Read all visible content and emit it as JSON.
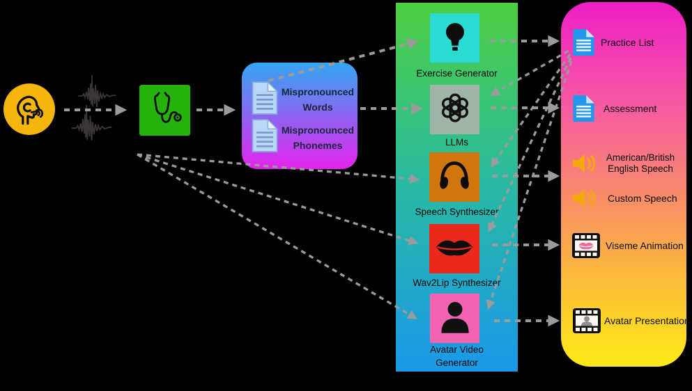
{
  "diagram_title": "",
  "mispronounced": {
    "items": [
      {
        "label": "Mispronounced Words",
        "icon": "document-icon"
      },
      {
        "label": "Mispronounced Phonemes",
        "icon": "document-icon"
      }
    ]
  },
  "modules": [
    {
      "id": "exercise-generator",
      "label": "Exercise Generator",
      "icon": "lightbulb-icon",
      "tile_color": "#2BDBD3"
    },
    {
      "id": "llms",
      "label": "LLMs",
      "icon": "openai-logo-icon",
      "tile_color": "#9FB5A8"
    },
    {
      "id": "speech-synthesizer",
      "label": "Speech Synthesizer",
      "icon": "headphones-icon",
      "tile_color": "#D1760D"
    },
    {
      "id": "wav2lip-synthesizer",
      "label": "Wav2Lip Synthesizer",
      "icon": "lips-icon",
      "tile_color": "#E8291B"
    },
    {
      "id": "avatar-video-generator",
      "label": "Avatar Video Generator",
      "icon": "person-silhouette-icon",
      "tile_color": "#F264B2"
    }
  ],
  "outputs": [
    {
      "id": "practice-list",
      "label": "Practice List",
      "icon": "document-icon"
    },
    {
      "id": "assessment",
      "label": "Assessment",
      "icon": "document-icon"
    },
    {
      "id": "american-british-english-speech",
      "label": "American/British English Speech",
      "icon": "speaker-audio-icon"
    },
    {
      "id": "custom-speech",
      "label": "Custom Speech",
      "icon": "speaker-audio-icon"
    },
    {
      "id": "viseme-animation",
      "label": "Viseme Animation",
      "icon": "filmstrip-lips-icon"
    },
    {
      "id": "avatar-presentation",
      "label": "Avatar Presentation",
      "icon": "filmstrip-person-icon"
    }
  ],
  "input_nodes": [
    {
      "id": "speaker",
      "icon": "speaking-head-icon",
      "color": "#F5B60B"
    },
    {
      "id": "audio-waveforms",
      "icon": "waveform-icon"
    },
    {
      "id": "speech-diagnoser",
      "icon": "stethoscope-icon",
      "color": "#25B20D"
    }
  ],
  "connections": [
    {
      "from": "speaker",
      "to": "speech-diagnoser"
    },
    {
      "from": "speech-diagnoser",
      "to": "mispronounced-box"
    },
    {
      "from": "mispronounced-box",
      "to": "exercise-generator"
    },
    {
      "from": "mispronounced-box",
      "to": "llms"
    },
    {
      "from": "speech-diagnoser",
      "to": "speech-synthesizer"
    },
    {
      "from": "speech-diagnoser",
      "to": "wav2lip-synthesizer"
    },
    {
      "from": "speech-diagnoser",
      "to": "avatar-video-generator"
    },
    {
      "from": "exercise-generator",
      "to": "practice-list"
    },
    {
      "from": "llms",
      "to": "assessment"
    },
    {
      "from": "speech-synthesizer",
      "to": "american-british-english-speech"
    },
    {
      "from": "wav2lip-synthesizer",
      "to": "viseme-animation"
    },
    {
      "from": "avatar-video-generator",
      "to": "avatar-presentation"
    },
    {
      "from": "practice-list",
      "to": "llms"
    },
    {
      "from": "practice-list",
      "to": "speech-synthesizer"
    },
    {
      "from": "practice-list",
      "to": "wav2lip-synthesizer"
    },
    {
      "from": "practice-list",
      "to": "avatar-video-generator"
    }
  ],
  "colors": {
    "background": "#000000",
    "arrow": "#9B9B9B",
    "pipeline_gradient": [
      "#4ECF3E",
      "#2CBC9C",
      "#1A98EA"
    ],
    "output_gradient": [
      "#EE1EC7",
      "#F75D9F",
      "#FA9A5B",
      "#FFEA18"
    ],
    "mispronounced_gradient": [
      "#33A7F3",
      "#E523EE"
    ],
    "speaker_gold": "#F3AA08",
    "doc_blue": "#2496EC"
  }
}
